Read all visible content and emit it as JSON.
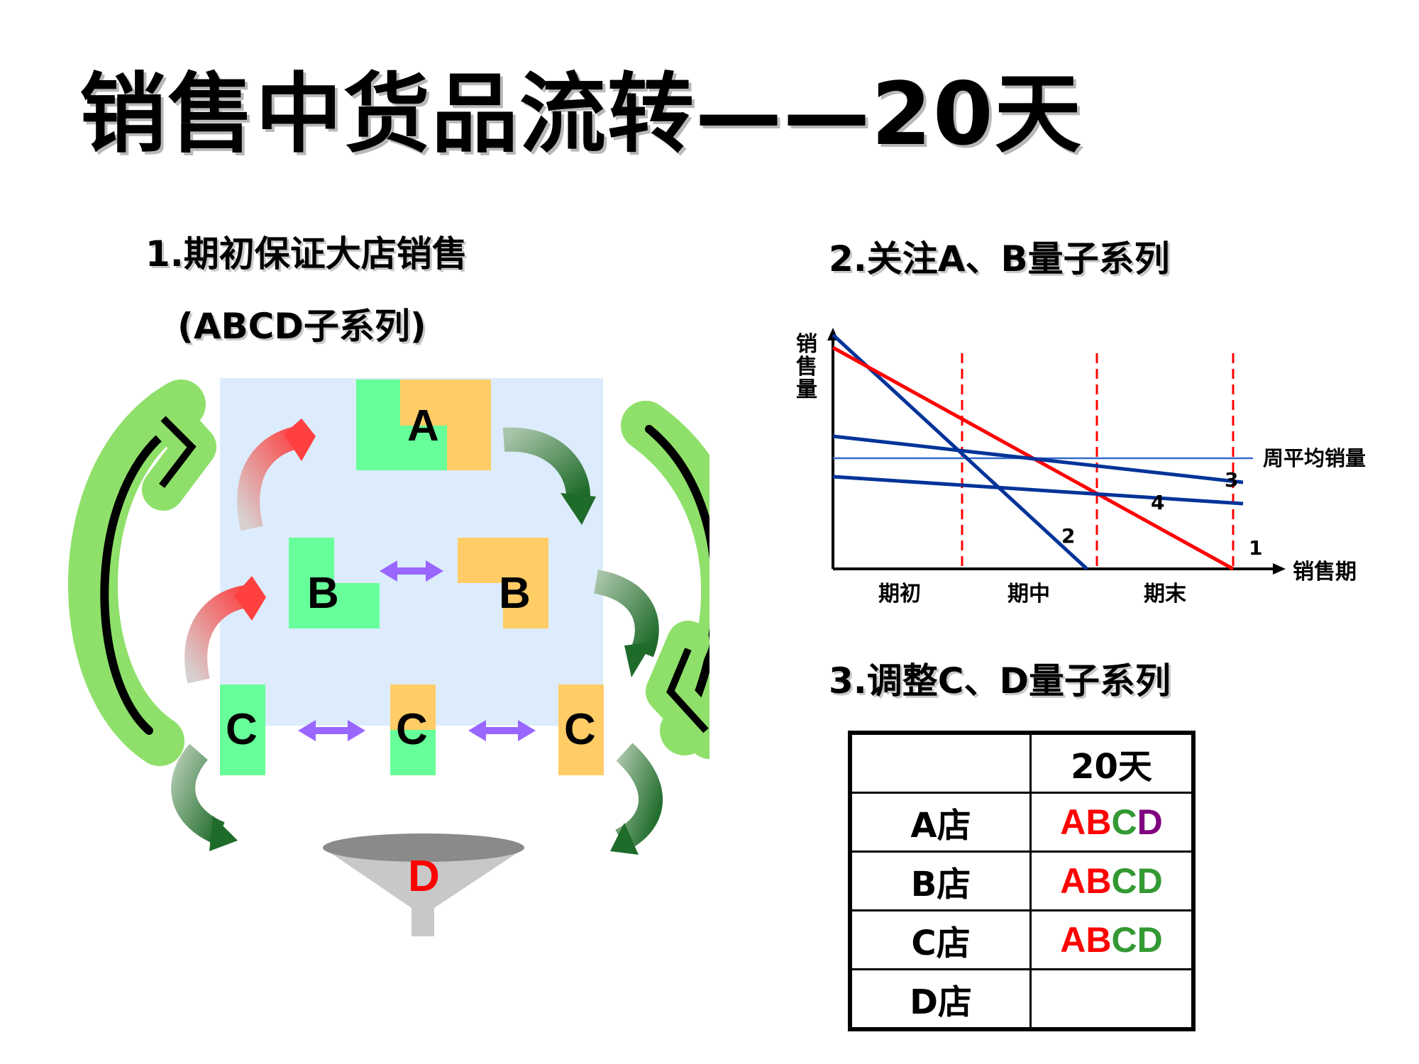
{
  "title": "销售中货品流转——20天",
  "section1": {
    "line1": "1.期初保证大店销售",
    "line2": "(ABCD子系列)",
    "letters": {
      "a": "A",
      "b": "B",
      "c": "C",
      "d": "D"
    },
    "colors": {
      "green": "#66ff99",
      "orange": "#ffcc66",
      "panel": "#dcecfc",
      "purple_arrow": "#9966ff",
      "red": "#ff0000"
    }
  },
  "section2": {
    "heading": "2.关注A、B量子系列",
    "chart_data": {
      "type": "line",
      "ylabel": "销售量",
      "xlabel": "销售期",
      "x_categories": [
        "期初",
        "期中",
        "期末"
      ],
      "reference_line_label": "周平均销量",
      "series": [
        {
          "name": "1",
          "color": "#ff0000"
        },
        {
          "name": "2",
          "color": "#003399"
        },
        {
          "name": "3",
          "color": "#003399"
        },
        {
          "name": "4",
          "color": "#003399"
        }
      ],
      "dashed_dividers_color": "#ff0000"
    }
  },
  "section3": {
    "heading": "3.调整C、D量子系列",
    "table": {
      "header": [
        "",
        "20天"
      ],
      "rows": [
        {
          "store": "A店",
          "series": [
            {
              "t": "A",
              "c": "#ff0000"
            },
            {
              "t": "B",
              "c": "#ff0000"
            },
            {
              "t": "C",
              "c": "#339933"
            },
            {
              "t": "D",
              "c": "#800080"
            }
          ]
        },
        {
          "store": "B店",
          "series": [
            {
              "t": "A",
              "c": "#ff0000"
            },
            {
              "t": "B",
              "c": "#ff0000"
            },
            {
              "t": "C",
              "c": "#339933"
            },
            {
              "t": "D",
              "c": "#339933"
            }
          ]
        },
        {
          "store": "C店",
          "series": [
            {
              "t": "A",
              "c": "#ff0000"
            },
            {
              "t": "B",
              "c": "#ff0000"
            },
            {
              "t": "C",
              "c": "#339933"
            },
            {
              "t": "D",
              "c": "#339933"
            }
          ]
        },
        {
          "store": "D店",
          "series": []
        }
      ]
    }
  }
}
